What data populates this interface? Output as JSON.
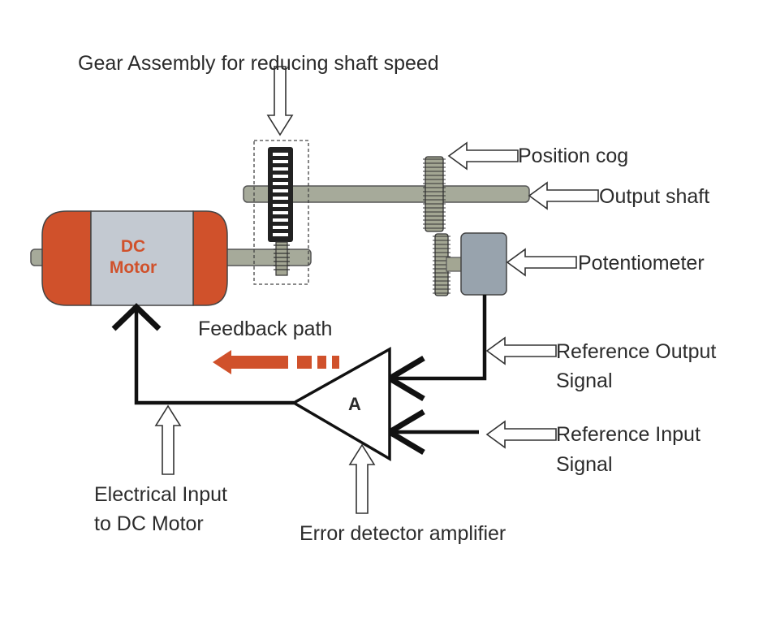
{
  "labels": {
    "gear_assembly": "Gear Assembly for reducing shaft speed",
    "position_cog": "Position cog",
    "output_shaft": "Output shaft",
    "potentiometer": "Potentiometer",
    "feedback_path": "Feedback path",
    "reference_output_line1": "Reference Output",
    "reference_output_line2": "Signal",
    "reference_input_line1": "Reference Input",
    "reference_input_line2": "Signal",
    "electrical_input_line1": "Electrical Input",
    "electrical_input_line2": "to DC Motor",
    "error_detector": "Error detector amplifier",
    "motor_line1": "DC",
    "motor_line2": "Motor",
    "amplifier": "A"
  },
  "colors": {
    "motor_cap": "#d0512b",
    "motor_body": "#c3c9d1",
    "motor_text": "#d0512b",
    "shaft": "#a6aa9a",
    "gear_dark": "#222222",
    "gear_light": "#ffffff",
    "cog": "#a3a693",
    "potentiometer": "#98a3ad",
    "feedback_arrow": "#d0512b",
    "line": "#111111"
  },
  "icons": {
    "callout_arrow": "hollow-block-arrow-icon",
    "signal_arrowhead": "chevron-arrowhead-icon"
  }
}
